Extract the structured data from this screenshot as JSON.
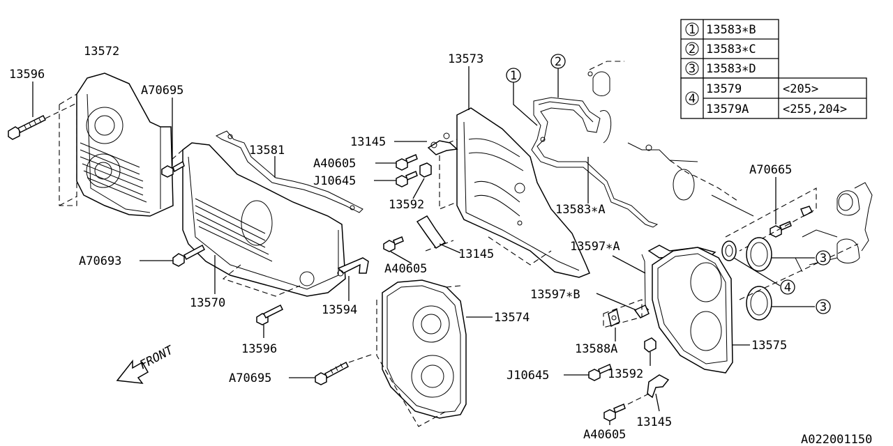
{
  "callouts": [
    {
      "id": "c-13572",
      "text": "13572"
    },
    {
      "id": "c-13596-top",
      "text": "13596"
    },
    {
      "id": "c-a70695-top",
      "text": "A70695"
    },
    {
      "id": "c-13581",
      "text": "13581"
    },
    {
      "id": "c-13573",
      "text": "13573"
    },
    {
      "id": "c-13145-top",
      "text": "13145"
    },
    {
      "id": "c-a40605-top",
      "text": "A40605"
    },
    {
      "id": "c-j10645-top",
      "text": "J10645"
    },
    {
      "id": "c-13592-top",
      "text": "13592"
    },
    {
      "id": "c-13145-mid",
      "text": "13145"
    },
    {
      "id": "c-a40605-mid",
      "text": "A40605"
    },
    {
      "id": "c-13583a",
      "text": "13583∗A"
    },
    {
      "id": "c-a70665",
      "text": "A70665"
    },
    {
      "id": "c-13597a",
      "text": "13597∗A"
    },
    {
      "id": "c-13597b",
      "text": "13597∗B"
    },
    {
      "id": "c-a70693",
      "text": "A70693"
    },
    {
      "id": "c-13570",
      "text": "13570"
    },
    {
      "id": "c-13594",
      "text": "13594"
    },
    {
      "id": "c-13596-bot",
      "text": "13596"
    },
    {
      "id": "c-13574",
      "text": "13574"
    },
    {
      "id": "c-a70695-bot",
      "text": "A70695"
    },
    {
      "id": "c-13588a",
      "text": "13588A"
    },
    {
      "id": "c-13575",
      "text": "13575"
    },
    {
      "id": "c-j10645-bot",
      "text": "J10645"
    },
    {
      "id": "c-13592-bot",
      "text": "13592"
    },
    {
      "id": "c-13145-bot",
      "text": "13145"
    },
    {
      "id": "c-a40605-bot",
      "text": "A40605"
    }
  ],
  "circle_markers": [
    {
      "id": "m1",
      "text": "1"
    },
    {
      "id": "m2",
      "text": "2"
    },
    {
      "id": "m3a",
      "text": "3"
    },
    {
      "id": "m3b",
      "text": "3"
    },
    {
      "id": "m4",
      "text": "4"
    }
  ],
  "legend_table": {
    "rows": [
      {
        "marker": "1",
        "part": "13583∗B",
        "note": ""
      },
      {
        "marker": "2",
        "part": "13583∗C",
        "note": ""
      },
      {
        "marker": "3",
        "part": "13583∗D",
        "note": ""
      },
      {
        "marker": "4",
        "part": "13579",
        "note": "<205>"
      },
      {
        "marker": "",
        "part": "13579A",
        "note": "<255,204>"
      }
    ]
  },
  "front_label": "FRONT",
  "diagram_code": "A022001150"
}
